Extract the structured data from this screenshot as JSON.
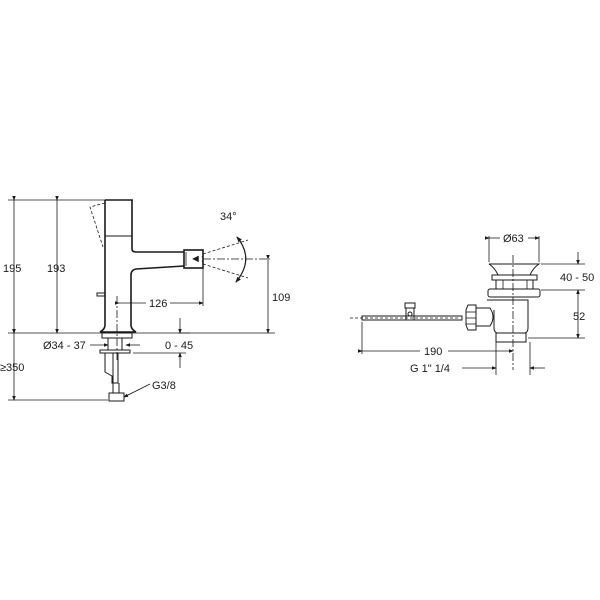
{
  "faucet_view": {
    "dimensions": {
      "total_height": "195",
      "body_height": "193",
      "below_deck": "≥350",
      "spout_reach": "126",
      "spout_height": "109",
      "spray_angle": "34°",
      "hole_diameter": "Ø34 - 37",
      "deck_thickness": "0 - 45",
      "connection": "G3/8"
    }
  },
  "drain_view": {
    "dimensions": {
      "plug_diameter": "Ø63",
      "plug_height": "40 - 50",
      "body_height": "52",
      "rod_length": "190",
      "thread": "G 1\" 1/4"
    }
  },
  "colors": {
    "line": "#1a1a1a",
    "background": "#ffffff"
  }
}
